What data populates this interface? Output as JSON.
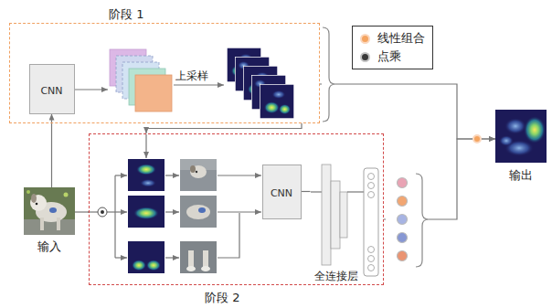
{
  "diagram": {
    "nodes": [
      {
        "text": [
          "阶段 1"
        ]
      },
      {
        "text": [
          "CNN"
        ],
        "in": 0
      },
      {
        "text": [
          "阶段 2"
        ]
      },
      {
        "text": [
          "CNN"
        ],
        "in": 2
      },
      {
        "text": [
          "全连接层"
        ],
        "in": 2
      },
      {
        "text": [
          "输入"
        ]
      },
      {
        "text": [
          "输出"
        ]
      }
    ],
    "edges": [
      {
        "from": 5,
        "to": 1,
        "arrow": "to"
      },
      {
        "from": 5,
        "to": 2,
        "arrow": "none"
      },
      {
        "from": 0,
        "to": 2,
        "arrow": "to"
      },
      {
        "from": 3,
        "to": 4,
        "arrow": "none"
      },
      {
        "from": 0,
        "to": 6,
        "arrow": "to"
      },
      {
        "from": 2,
        "to": 6,
        "arrow": "to"
      }
    ],
    "labels": [
      "上采样"
    ],
    "legend": [
      {
        "text": "线性组合",
        "color": "#f4a460"
      },
      {
        "text": "点乘",
        "color": "#3a3a3a"
      }
    ]
  }
}
